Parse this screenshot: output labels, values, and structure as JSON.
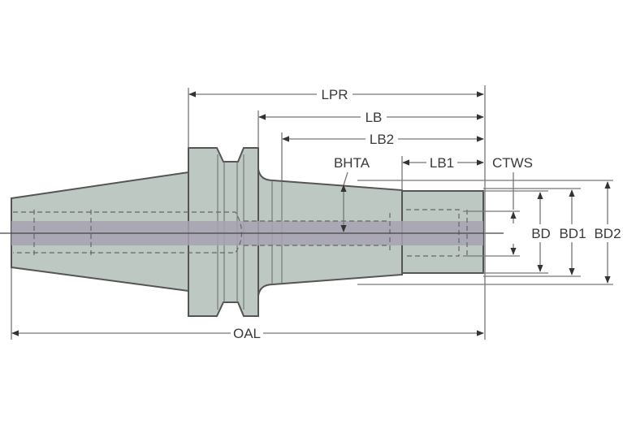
{
  "diagram": {
    "title": "Tool holder dimension drawing",
    "labels": {
      "lpr": "LPR",
      "lb": "LB",
      "lb2": "LB2",
      "lb1": "LB1",
      "ctws": "CTWS",
      "bhta": "BHTA",
      "bd": "BD",
      "bd1": "BD1",
      "bd2": "BD2",
      "oal": "OAL"
    },
    "colors": {
      "body": "#bcc8c1",
      "bore": "#a7a2b2",
      "outline": "#555555",
      "dimension": "#777777"
    }
  }
}
